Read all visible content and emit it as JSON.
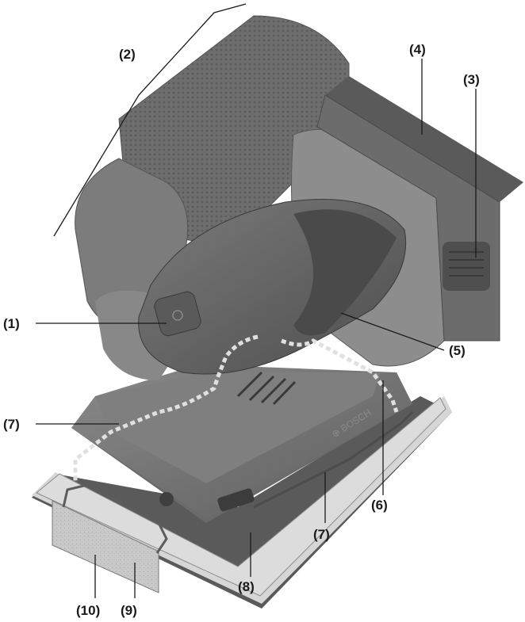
{
  "figure": {
    "subject": "orbital-sander-exploded-callouts",
    "callouts": [
      {
        "id": "c1",
        "label": "(1)"
      },
      {
        "id": "c2",
        "label": "(2)"
      },
      {
        "id": "c3",
        "label": "(3)"
      },
      {
        "id": "c4",
        "label": "(4)"
      },
      {
        "id": "c5",
        "label": "(5)"
      },
      {
        "id": "c6",
        "label": "(6)"
      },
      {
        "id": "c7a",
        "label": "(7)"
      },
      {
        "id": "c7b",
        "label": "(7)"
      },
      {
        "id": "c8",
        "label": "(8)"
      },
      {
        "id": "c9",
        "label": "(9)"
      },
      {
        "id": "c10",
        "label": "(10)"
      }
    ],
    "colors": {
      "tool_body": "#6f6f6f",
      "tool_dark": "#4a4a4a",
      "tool_light": "#9a9a9a",
      "sanding_pad": "#c8c8c8",
      "pad_base": "#5a5a5a",
      "dashed_paths": "#d9d9d9",
      "leader_lines": "#1a1a1a"
    }
  }
}
